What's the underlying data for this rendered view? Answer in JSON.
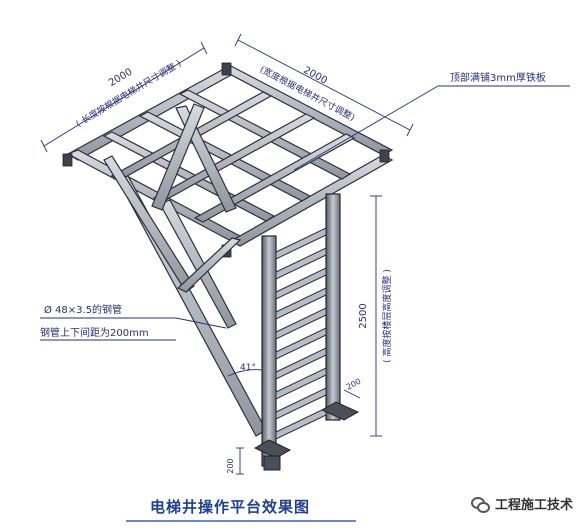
{
  "labels": {
    "dim_top_left_value": "2000",
    "dim_top_left_note": "( 长度按根据电梯井尺寸调整 )",
    "dim_top_right_value": "2000",
    "dim_top_right_note": "(宽度根据电梯井尺寸调整)",
    "top_plate_note": "顶部满铺3mm厚铁板",
    "vertical_value": "2500",
    "vertical_note": "( 高度按楼层高度调整 )",
    "pipe_spec": "Ø 48×3.5的钢管",
    "pipe_spacing": "钢管上下间距为200mm",
    "angle": "41°",
    "dim_bottom_right": "200",
    "dim_bottom_left": "200",
    "caption": "电梯井操作平台效果图",
    "watermark": "工程施工技术"
  },
  "colors": {
    "steel_light": "#c9ccd3",
    "steel_mid": "#8a8f99",
    "steel_dark": "#3b3f47",
    "dimension": "#2a2f7a",
    "caption": "#1f3f8f"
  }
}
